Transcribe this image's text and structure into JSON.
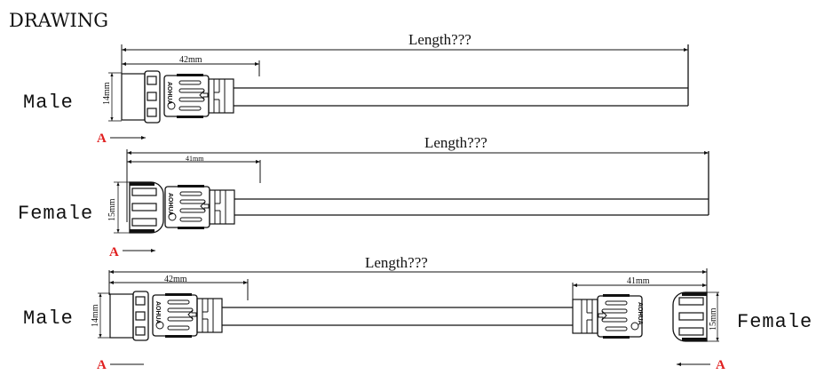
{
  "page_title": "DRAWING",
  "colors": {
    "ink": "#111111",
    "section_mark": "#e02020"
  },
  "brand_logo_text": "AOHUA",
  "rows": [
    {
      "label": "Male",
      "connector_type": "male",
      "length_label": "Length???",
      "connector_length": "42mm",
      "diameter": "14mm",
      "section_mark": "A"
    },
    {
      "label": "Female",
      "connector_type": "female",
      "length_label": "Length???",
      "connector_length": "41mm",
      "diameter": "15mm",
      "section_mark": "A"
    },
    {
      "left": {
        "label": "Male",
        "connector_length": "42mm",
        "diameter": "14mm",
        "section_mark": "A"
      },
      "length_label": "Length???",
      "right": {
        "label": "Female",
        "connector_length": "41mm",
        "diameter": "15mm",
        "section_mark": "A"
      }
    }
  ]
}
